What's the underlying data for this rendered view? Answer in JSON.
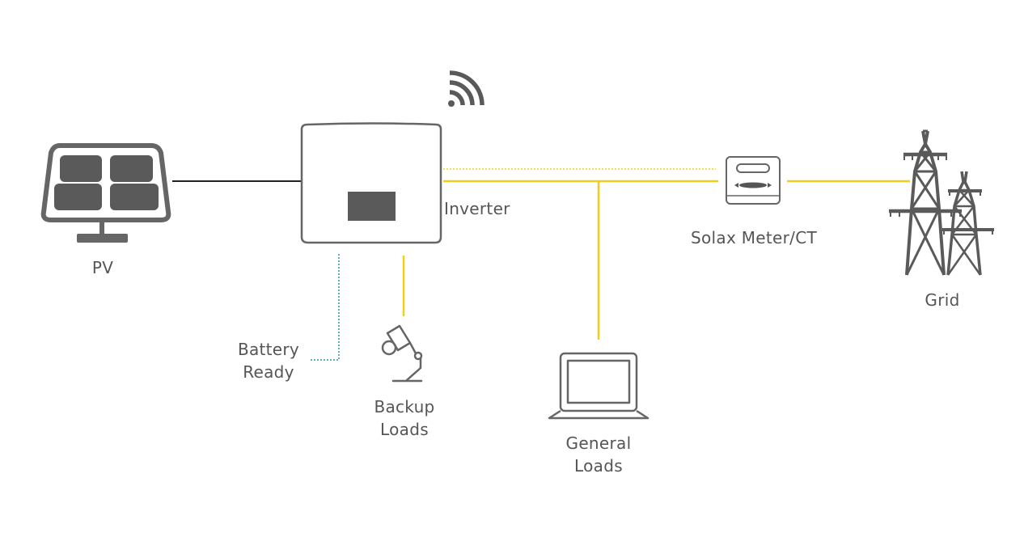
{
  "labels": {
    "pv": "PV",
    "inverter": "Inverter",
    "meter": "Solax Meter/CT",
    "grid": "Grid",
    "battery": [
      "Battery",
      "Ready"
    ],
    "backup": [
      "Backup",
      "Loads"
    ],
    "general": [
      "General",
      "Loads"
    ]
  },
  "colors": {
    "icon": "#666666",
    "icon_dark": "#5a5a5a",
    "dc_line": "#222222",
    "ac_line": "#f2cd1b",
    "battery_line": "#5aaed3",
    "text": "#555555"
  },
  "icons": {
    "pv": "solar-panel-icon",
    "inverter": "inverter-icon",
    "wifi": "wifi-icon",
    "meter": "meter-icon",
    "grid": "transmission-tower-icon",
    "backup": "desk-lamp-icon",
    "general": "laptop-icon"
  }
}
